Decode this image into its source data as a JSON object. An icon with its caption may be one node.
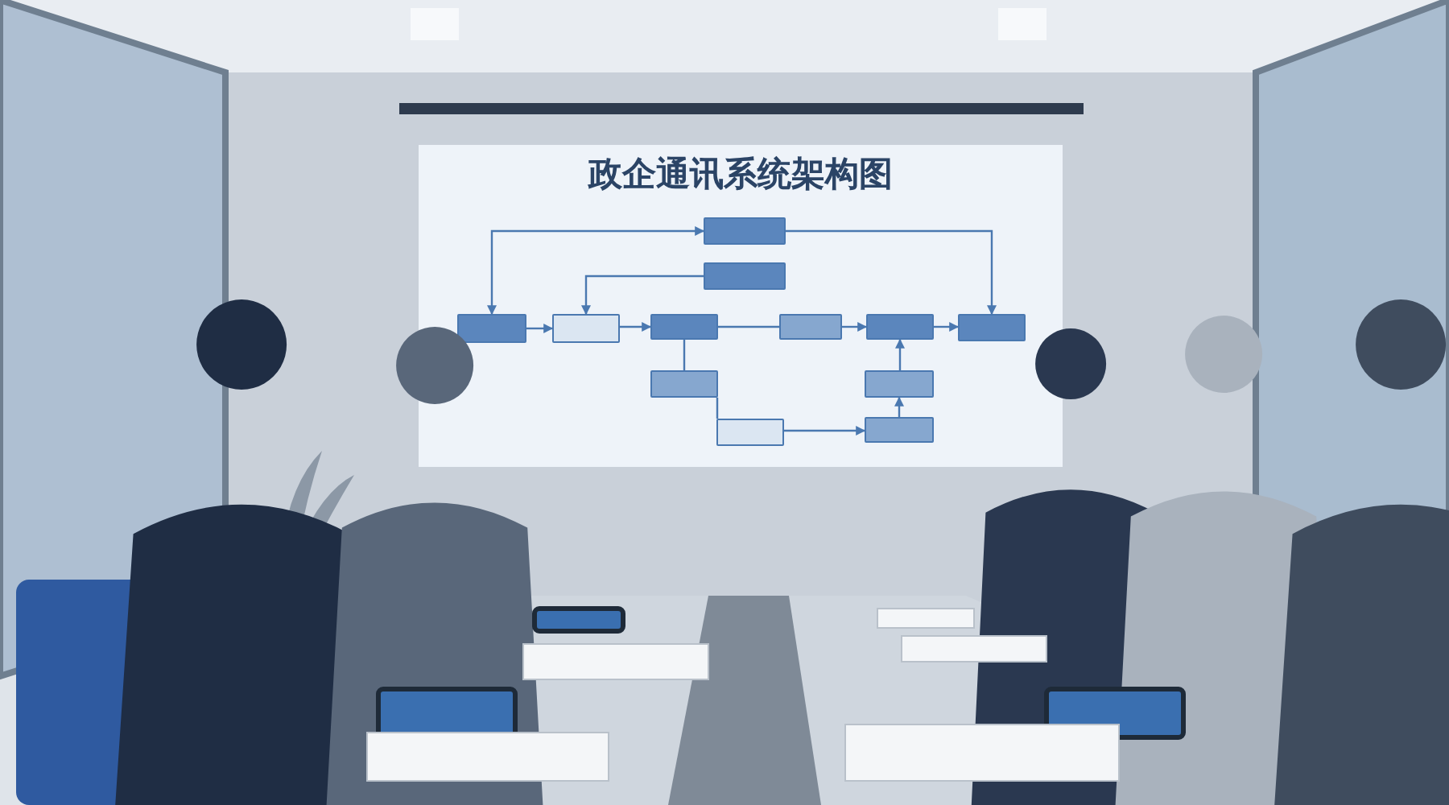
{
  "diagram": {
    "title": "政企通讯系统架构图",
    "nodes": [
      {
        "text": [],
        "shape": "box"
      },
      {
        "text": [],
        "shape": "box"
      },
      {
        "text": [],
        "shape": "box"
      },
      {
        "text": [],
        "shape": "box"
      },
      {
        "text": [],
        "shape": "box"
      },
      {
        "text": [],
        "shape": "box"
      },
      {
        "text": [],
        "shape": "box"
      },
      {
        "text": [],
        "shape": "box"
      },
      {
        "text": [],
        "shape": "box"
      },
      {
        "text": [],
        "shape": "box"
      },
      {
        "text": [],
        "shape": "box"
      },
      {
        "text": [],
        "shape": "box"
      }
    ],
    "edges": [
      {
        "from": 2,
        "to": 3,
        "arrow": "to"
      },
      {
        "from": 3,
        "to": 4,
        "arrow": "to"
      },
      {
        "from": 4,
        "to": 5,
        "arrow": "none"
      },
      {
        "from": 5,
        "to": 6,
        "arrow": "to"
      },
      {
        "from": 6,
        "to": 7,
        "arrow": "to"
      },
      {
        "from": 2,
        "to": 0,
        "arrow": "both"
      },
      {
        "from": 1,
        "to": 3,
        "arrow": "to"
      },
      {
        "from": 0,
        "to": 7,
        "arrow": "to"
      },
      {
        "from": 4,
        "to": 8,
        "arrow": "none"
      },
      {
        "from": 8,
        "to": 10,
        "arrow": "none"
      },
      {
        "from": 10,
        "to": 11,
        "arrow": "to"
      },
      {
        "from": 11,
        "to": 9,
        "arrow": "to"
      },
      {
        "from": 9,
        "to": 6,
        "arrow": "to"
      }
    ]
  }
}
